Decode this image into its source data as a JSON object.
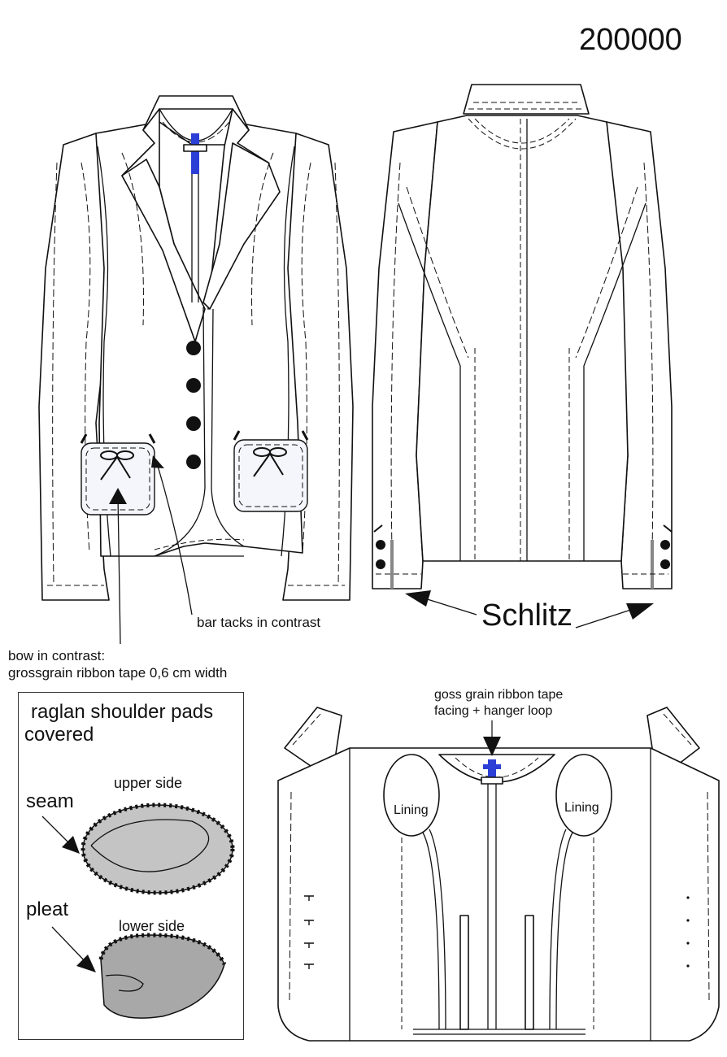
{
  "style_number": "200000",
  "annotations": {
    "bar_tacks": "bar tacks in contrast",
    "bow_line1": "bow in contrast:",
    "bow_line2": "grossgrain ribbon tape 0,6 cm width",
    "schlitz": "Schlitz",
    "facing_line1": "goss grain ribbon tape",
    "facing_line2": "facing + hanger loop",
    "lining_left": "Lining",
    "lining_right": "Lining"
  },
  "shoulder_pads": {
    "title_line1": "raglan shoulder pads",
    "title_line2": "covered",
    "upper_label": "upper side",
    "seam_label": "seam",
    "pleat_label": "pleat",
    "lower_label": "lower side"
  },
  "colors": {
    "accent_blue": "#2b3fd6",
    "pad_gray": "#c4c4c4",
    "button_black": "#111111"
  }
}
